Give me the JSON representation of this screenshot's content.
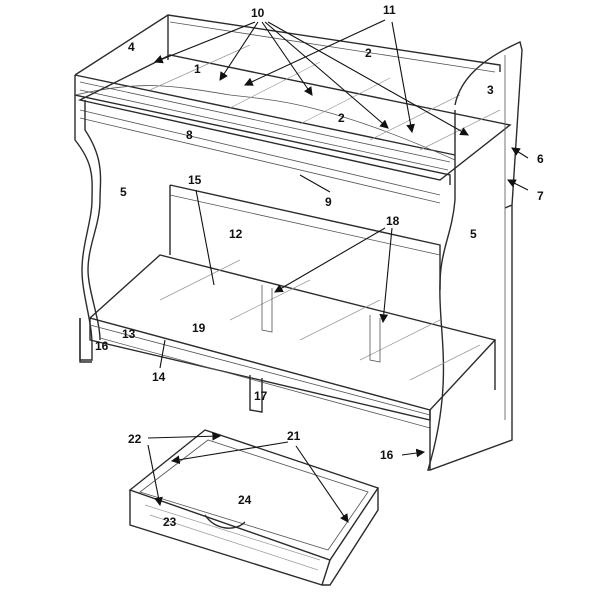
{
  "callouts": {
    "c1": "1",
    "c2a": "2",
    "c2b": "2",
    "c3": "3",
    "c4": "4",
    "c5a": "5",
    "c5b": "5",
    "c6": "6",
    "c7": "7",
    "c8": "8",
    "c9": "9",
    "c10": "10",
    "c11": "11",
    "c12": "12",
    "c13": "13",
    "c14": "14",
    "c15": "15",
    "c16a": "16",
    "c16b": "16",
    "c17": "17",
    "c18": "18",
    "c19": "19",
    "c21": "21",
    "c22": "22",
    "c23": "23",
    "c24": "24"
  },
  "colors": {
    "line": "#2b2b2b",
    "hidden": "#9a9a9a",
    "text": "#111111"
  }
}
